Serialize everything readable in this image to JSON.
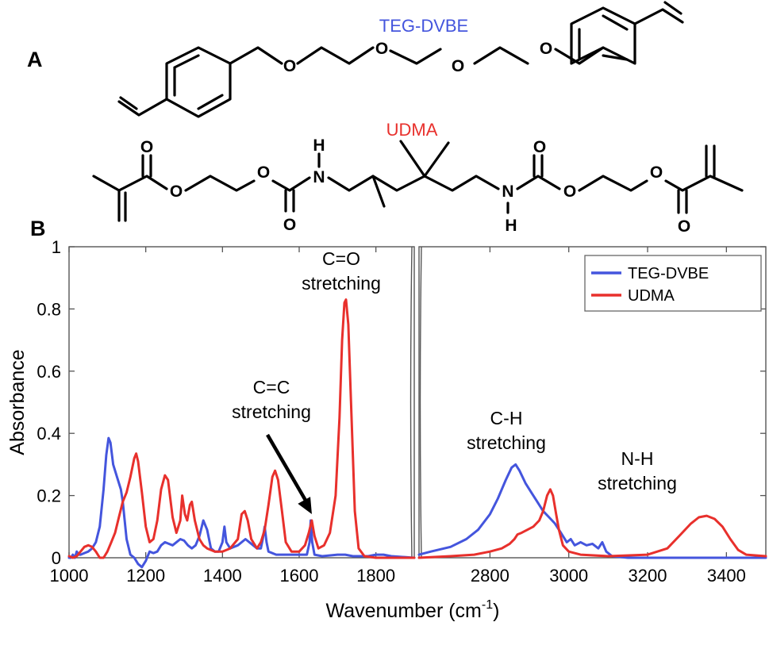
{
  "panel_a": {
    "label": "A",
    "molecule_1": "TEG-DVBE",
    "molecule_2": "UDMA"
  },
  "panel_b": {
    "label": "B"
  },
  "structure_atoms": {
    "oxygen": "O",
    "nitrogen": "N",
    "hydrogen": "H"
  },
  "colors": {
    "teg_dvbe": "#4455dd",
    "udma": "#e8302c"
  },
  "chart_data": {
    "type": "line",
    "xlabel": "Wavenumber (cm",
    "xlabel_superscript": "-1",
    "xlabel_suffix": ")",
    "ylabel": "Absorbance",
    "ylim": [
      0,
      1
    ],
    "yticks": [
      0,
      0.2,
      0.4,
      0.6,
      0.8,
      1
    ],
    "ytick_labels": [
      "0",
      "0.2",
      "0.4",
      "0.6",
      "0.8",
      "1"
    ],
    "broken_axis": true,
    "segments": [
      {
        "xlim": [
          1000,
          1900
        ],
        "xticks": [
          1000,
          1200,
          1400,
          1600,
          1800
        ],
        "xtick_labels": [
          "1000",
          "1200",
          "1400",
          "1600",
          "1800"
        ]
      },
      {
        "xlim": [
          2620,
          3500
        ],
        "xticks": [
          2800,
          3000,
          3200,
          3400
        ],
        "xtick_labels": [
          "2800",
          "3000",
          "3200",
          "3400"
        ]
      }
    ],
    "legend": {
      "position": "top-right",
      "entries": [
        "TEG-DVBE",
        "UDMA"
      ]
    },
    "annotations": [
      {
        "lines": [
          "C=O",
          "stretching"
        ],
        "segment": 0
      },
      {
        "lines": [
          "C=C",
          "stretching"
        ],
        "segment": 0,
        "arrow_to": [
          1633,
          0.12
        ]
      },
      {
        "lines": [
          "C-H",
          "stretching"
        ],
        "segment": 1
      },
      {
        "lines": [
          "N-H",
          "stretching"
        ],
        "segment": 1
      }
    ],
    "series": [
      {
        "name": "TEG-DVBE",
        "segments": [
          [
            [
              1000,
              0.0
            ],
            [
              1005,
              0.0
            ],
            [
              1010,
              0.01
            ],
            [
              1015,
              0.0
            ],
            [
              1020,
              0.02
            ],
            [
              1025,
              0.01
            ],
            [
              1030,
              0.01
            ],
            [
              1040,
              0.015
            ],
            [
              1050,
              0.02
            ],
            [
              1060,
              0.03
            ],
            [
              1070,
              0.05
            ],
            [
              1080,
              0.1
            ],
            [
              1090,
              0.22
            ],
            [
              1097,
              0.33
            ],
            [
              1103,
              0.385
            ],
            [
              1108,
              0.37
            ],
            [
              1115,
              0.3
            ],
            [
              1125,
              0.26
            ],
            [
              1135,
              0.22
            ],
            [
              1140,
              0.18
            ],
            [
              1145,
              0.12
            ],
            [
              1150,
              0.06
            ],
            [
              1160,
              0.01
            ],
            [
              1170,
              0.0
            ],
            [
              1180,
              -0.02
            ],
            [
              1190,
              -0.03
            ],
            [
              1200,
              -0.01
            ],
            [
              1210,
              0.02
            ],
            [
              1220,
              0.015
            ],
            [
              1230,
              0.02
            ],
            [
              1240,
              0.04
            ],
            [
              1250,
              0.05
            ],
            [
              1260,
              0.045
            ],
            [
              1270,
              0.04
            ],
            [
              1280,
              0.05
            ],
            [
              1290,
              0.06
            ],
            [
              1300,
              0.055
            ],
            [
              1310,
              0.04
            ],
            [
              1320,
              0.03
            ],
            [
              1330,
              0.04
            ],
            [
              1340,
              0.07
            ],
            [
              1350,
              0.12
            ],
            [
              1360,
              0.09
            ],
            [
              1370,
              0.03
            ],
            [
              1380,
              0.02
            ],
            [
              1390,
              0.02
            ],
            [
              1400,
              0.05
            ],
            [
              1405,
              0.1
            ],
            [
              1410,
              0.05
            ],
            [
              1420,
              0.03
            ],
            [
              1440,
              0.04
            ],
            [
              1460,
              0.06
            ],
            [
              1470,
              0.05
            ],
            [
              1480,
              0.04
            ],
            [
              1490,
              0.03
            ],
            [
              1500,
              0.03
            ],
            [
              1505,
              0.06
            ],
            [
              1510,
              0.1
            ],
            [
              1515,
              0.05
            ],
            [
              1520,
              0.02
            ],
            [
              1540,
              0.01
            ],
            [
              1560,
              0.01
            ],
            [
              1580,
              0.01
            ],
            [
              1600,
              0.01
            ],
            [
              1620,
              0.01
            ],
            [
              1627,
              0.05
            ],
            [
              1630,
              0.12
            ],
            [
              1634,
              0.05
            ],
            [
              1640,
              0.01
            ],
            [
              1660,
              0.005
            ],
            [
              1700,
              0.01
            ],
            [
              1720,
              0.01
            ],
            [
              1740,
              0.005
            ],
            [
              1780,
              0.005
            ],
            [
              1800,
              0.01
            ],
            [
              1820,
              0.01
            ],
            [
              1840,
              0.005
            ],
            [
              1900,
              0.0
            ]
          ],
          [
            [
              2620,
              0.01
            ],
            [
              2650,
              0.02
            ],
            [
              2700,
              0.035
            ],
            [
              2740,
              0.06
            ],
            [
              2770,
              0.09
            ],
            [
              2800,
              0.14
            ],
            [
              2820,
              0.19
            ],
            [
              2840,
              0.25
            ],
            [
              2855,
              0.29
            ],
            [
              2865,
              0.3
            ],
            [
              2875,
              0.28
            ],
            [
              2890,
              0.24
            ],
            [
              2905,
              0.21
            ],
            [
              2920,
              0.18
            ],
            [
              2935,
              0.15
            ],
            [
              2950,
              0.13
            ],
            [
              2965,
              0.11
            ],
            [
              2980,
              0.08
            ],
            [
              2995,
              0.05
            ],
            [
              3005,
              0.06
            ],
            [
              3015,
              0.04
            ],
            [
              3030,
              0.05
            ],
            [
              3045,
              0.04
            ],
            [
              3060,
              0.045
            ],
            [
              3075,
              0.03
            ],
            [
              3085,
              0.05
            ],
            [
              3095,
              0.02
            ],
            [
              3110,
              0.005
            ],
            [
              3150,
              0.0
            ],
            [
              3300,
              0.0
            ],
            [
              3500,
              0.0
            ]
          ]
        ]
      },
      {
        "name": "UDMA",
        "segments": [
          [
            [
              1000,
              0.005
            ],
            [
              1010,
              0.0
            ],
            [
              1020,
              0.005
            ],
            [
              1030,
              0.02
            ],
            [
              1040,
              0.035
            ],
            [
              1050,
              0.04
            ],
            [
              1060,
              0.035
            ],
            [
              1070,
              0.02
            ],
            [
              1080,
              0.0
            ],
            [
              1090,
              0.0
            ],
            [
              1100,
              0.02
            ],
            [
              1110,
              0.05
            ],
            [
              1120,
              0.08
            ],
            [
              1130,
              0.13
            ],
            [
              1140,
              0.18
            ],
            [
              1150,
              0.21
            ],
            [
              1160,
              0.26
            ],
            [
              1170,
              0.32
            ],
            [
              1175,
              0.335
            ],
            [
              1180,
              0.31
            ],
            [
              1190,
              0.21
            ],
            [
              1200,
              0.1
            ],
            [
              1210,
              0.05
            ],
            [
              1220,
              0.06
            ],
            [
              1230,
              0.12
            ],
            [
              1240,
              0.22
            ],
            [
              1250,
              0.265
            ],
            [
              1258,
              0.25
            ],
            [
              1270,
              0.13
            ],
            [
              1280,
              0.08
            ],
            [
              1290,
              0.12
            ],
            [
              1295,
              0.2
            ],
            [
              1302,
              0.14
            ],
            [
              1308,
              0.12
            ],
            [
              1315,
              0.17
            ],
            [
              1320,
              0.18
            ],
            [
              1328,
              0.12
            ],
            [
              1340,
              0.06
            ],
            [
              1350,
              0.04
            ],
            [
              1360,
              0.03
            ],
            [
              1380,
              0.02
            ],
            [
              1400,
              0.02
            ],
            [
              1420,
              0.03
            ],
            [
              1440,
              0.06
            ],
            [
              1450,
              0.14
            ],
            [
              1458,
              0.15
            ],
            [
              1466,
              0.12
            ],
            [
              1475,
              0.06
            ],
            [
              1490,
              0.03
            ],
            [
              1500,
              0.05
            ],
            [
              1510,
              0.09
            ],
            [
              1520,
              0.17
            ],
            [
              1530,
              0.26
            ],
            [
              1537,
              0.28
            ],
            [
              1545,
              0.25
            ],
            [
              1555,
              0.15
            ],
            [
              1565,
              0.05
            ],
            [
              1580,
              0.02
            ],
            [
              1600,
              0.02
            ],
            [
              1615,
              0.04
            ],
            [
              1625,
              0.08
            ],
            [
              1633,
              0.12
            ],
            [
              1640,
              0.07
            ],
            [
              1650,
              0.03
            ],
            [
              1665,
              0.04
            ],
            [
              1680,
              0.08
            ],
            [
              1695,
              0.2
            ],
            [
              1705,
              0.45
            ],
            [
              1712,
              0.7
            ],
            [
              1718,
              0.82
            ],
            [
              1722,
              0.83
            ],
            [
              1728,
              0.75
            ],
            [
              1735,
              0.5
            ],
            [
              1745,
              0.15
            ],
            [
              1755,
              0.03
            ],
            [
              1770,
              0.005
            ],
            [
              1800,
              0.0
            ],
            [
              1850,
              0.0
            ],
            [
              1900,
              0.0
            ]
          ],
          [
            [
              2620,
              0.0
            ],
            [
              2700,
              0.005
            ],
            [
              2760,
              0.01
            ],
            [
              2800,
              0.02
            ],
            [
              2830,
              0.03
            ],
            [
              2850,
              0.045
            ],
            [
              2862,
              0.06
            ],
            [
              2870,
              0.075
            ],
            [
              2880,
              0.08
            ],
            [
              2895,
              0.09
            ],
            [
              2910,
              0.1
            ],
            [
              2925,
              0.12
            ],
            [
              2935,
              0.15
            ],
            [
              2945,
              0.2
            ],
            [
              2953,
              0.22
            ],
            [
              2960,
              0.2
            ],
            [
              2968,
              0.14
            ],
            [
              2975,
              0.09
            ],
            [
              2985,
              0.04
            ],
            [
              3000,
              0.02
            ],
            [
              3030,
              0.01
            ],
            [
              3100,
              0.005
            ],
            [
              3200,
              0.01
            ],
            [
              3250,
              0.03
            ],
            [
              3280,
              0.07
            ],
            [
              3310,
              0.11
            ],
            [
              3330,
              0.13
            ],
            [
              3350,
              0.135
            ],
            [
              3370,
              0.125
            ],
            [
              3390,
              0.1
            ],
            [
              3410,
              0.06
            ],
            [
              3430,
              0.025
            ],
            [
              3450,
              0.01
            ],
            [
              3500,
              0.005
            ]
          ]
        ]
      }
    ]
  }
}
